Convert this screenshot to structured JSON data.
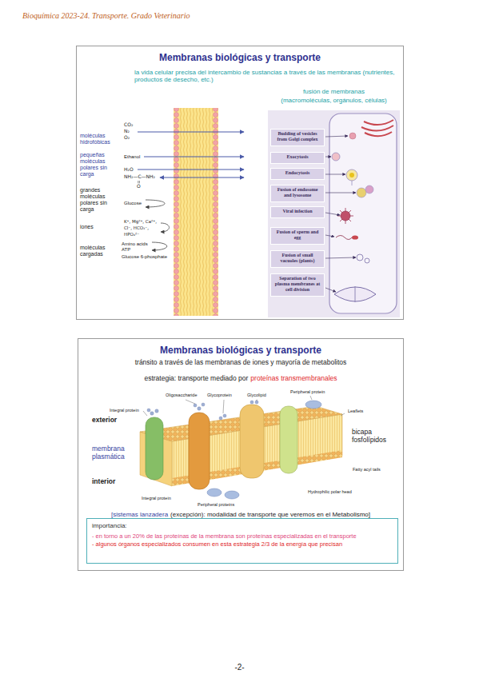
{
  "diagram": {
    "nodes": [
      {
        "text": [
          "Membranas biológicas y transporte"
        ]
      },
      {
        "text": [
          "Budding of vesicles from Golgi complex"
        ],
        "in": 0
      },
      {
        "text": [
          "Exocytosis"
        ],
        "in": 0
      },
      {
        "text": [
          "Endocytosis"
        ],
        "in": 0
      },
      {
        "text": [
          "Fusion of endosome and lysosome"
        ],
        "in": 0
      },
      {
        "text": [
          "Viral infection"
        ],
        "in": 0
      },
      {
        "text": [
          "Fusion of sperm and egg"
        ],
        "in": 0
      },
      {
        "text": [
          "Fusion of small vacuoles (plants)"
        ],
        "in": 0
      },
      {
        "text": [
          "Separation of two plasma membranes at cell division"
        ],
        "in": 0
      },
      {
        "text": [
          "Membranas biológicas y transporte"
        ]
      },
      {
        "text": [
          "importancia:",
          "- en torno a un 20% de las proteínas de la membrana son proteínas especializadas en el transporte",
          "- algunos órganos especializados consumen en esta estrategia 2/3 de la energía que precisan"
        ],
        "in": 9
      }
    ],
    "labels": [
      "Bioquímica 2023-24. Transporte. Grado Veterinario",
      "la vida celular precisa del intercambio de sustancias a través de las membranas (nutrientes, productos de desecho, etc.)",
      "fusión de membranas",
      "(macromoléculas, orgánulos, células)",
      "moléculas hidrofóbicas",
      "CO₂",
      "N₂",
      "O₂",
      "pequeñas moléculas polares sin carga",
      "Ethanol",
      "H₂O",
      "NH₂—C—NH₂",
      "O",
      "grandes moléculas polares sin carga",
      "Glucose",
      "iones",
      "K⁺, Mg²⁺, Ca²⁺,",
      "Cl⁻, HCO₃⁻,",
      "HPO₄²⁻",
      "moléculas cargadas",
      "Amino acids",
      "ATP",
      "Glucose 6-phosphate",
      "tránsito a través de las membranas de iones y mayoría de metabolitos",
      "estrategia: transporte mediado por",
      "proteínas transmembranales",
      "Oligosaccharide",
      "Glycoprotein",
      "Glycolipid",
      "Peripheral protein",
      "Integral protein",
      "Leaflets",
      "exterior",
      "membrana plasmática",
      "interior",
      "bicapa fosfolípidos",
      "Fatty acyl tails",
      "Hydrophilic polar head",
      "Integral protein",
      "Peripheral proteins",
      "[sistemas lanzadera",
      "(excepción): modalidad de transporte que veremos en el Metabolismo]",
      "-2-"
    ]
  }
}
